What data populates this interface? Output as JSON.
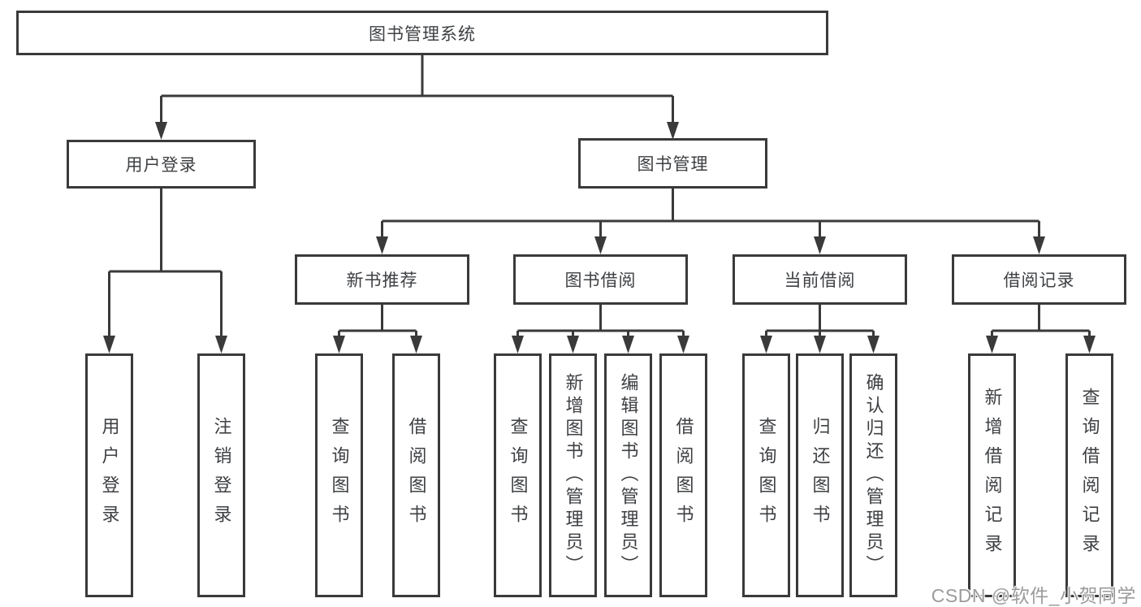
{
  "diagram_title": "图书管理系统",
  "colors": {
    "line": "#3a3a3a",
    "text": "#3e4043",
    "box_background": "#ffffff",
    "watermark": "#9b9b9b"
  },
  "tree": {
    "root": {
      "label": "图书管理系统",
      "children": [
        {
          "label": "用户登录",
          "children": [
            {
              "label": "用户登录"
            },
            {
              "label": "注销登录"
            }
          ]
        },
        {
          "label": "图书管理",
          "children": [
            {
              "label": "新书推荐",
              "children": [
                {
                  "label": "查询图书"
                },
                {
                  "label": "借阅图书"
                }
              ]
            },
            {
              "label": "图书借阅",
              "children": [
                {
                  "label": "查询图书"
                },
                {
                  "label": "新增图书（管理员）"
                },
                {
                  "label": "编辑图书（管理员）"
                },
                {
                  "label": "借阅图书"
                }
              ]
            },
            {
              "label": "当前借阅",
              "children": [
                {
                  "label": "查询图书"
                },
                {
                  "label": "归还图书"
                },
                {
                  "label": "确认归还（管理员）"
                }
              ]
            },
            {
              "label": "借阅记录",
              "children": [
                {
                  "label": "新增借阅记录"
                },
                {
                  "label": "查询借阅记录"
                }
              ]
            }
          ]
        }
      ]
    }
  },
  "watermark": {
    "text": "CSDN @软件_小贺同学"
  }
}
